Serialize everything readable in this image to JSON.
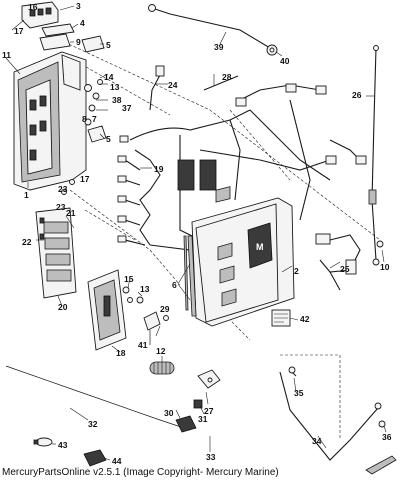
{
  "caption": "MercuryPartsOnline v2.5.1 (Image Copyright- Mercury Marine)",
  "callouts": {
    "c1": "1",
    "c2": "2",
    "c3": "3",
    "c4": "4",
    "c5": "5",
    "c6": "6",
    "c7": "7",
    "c8": "8",
    "c9": "9",
    "c10": "10",
    "c11": "11",
    "c12": "12",
    "c13a": "13",
    "c13b": "13",
    "c14": "14",
    "c15": "15",
    "c16": "16",
    "c17a": "17",
    "c17b": "17",
    "c18": "18",
    "c19": "19",
    "c20": "20",
    "c21": "21",
    "c22": "22",
    "c23a": "23",
    "c23b": "23",
    "c24": "24",
    "c25": "25",
    "c26": "26",
    "c27": "27",
    "c28": "28",
    "c29": "29",
    "c30": "30",
    "c31": "31",
    "c32": "32",
    "c33": "33",
    "c34": "34",
    "c35": "35",
    "c36": "36",
    "c37": "37",
    "c38": "38",
    "c39": "39",
    "c40": "40",
    "c41": "41",
    "c42": "42",
    "c43": "43",
    "c44": "44"
  },
  "cover_logo": "M"
}
